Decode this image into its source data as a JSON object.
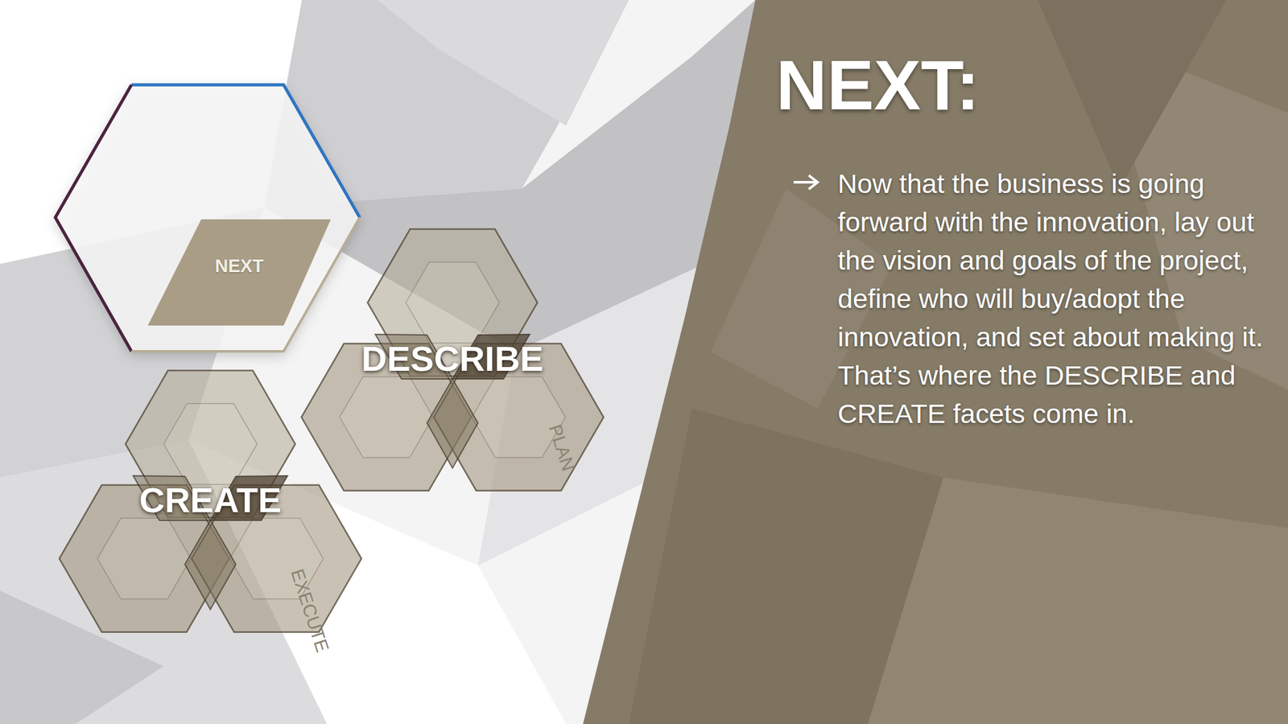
{
  "diagram": {
    "title": "NEXT:",
    "nodes": [
      {
        "text": [
          "NEXT"
        ]
      },
      {
        "text": [
          "DESCRIBE"
        ]
      },
      {
        "text": [
          "CREATE"
        ]
      }
    ],
    "labels": [
      "Now that the business is going forward with the innovation, lay out the vision and goals of the project, define who will buy/adopt the innovation, and set about making it. That’s where the DESCRIBE and CREATE facets come in.",
      "PLAN",
      "EXECUTE"
    ]
  }
}
